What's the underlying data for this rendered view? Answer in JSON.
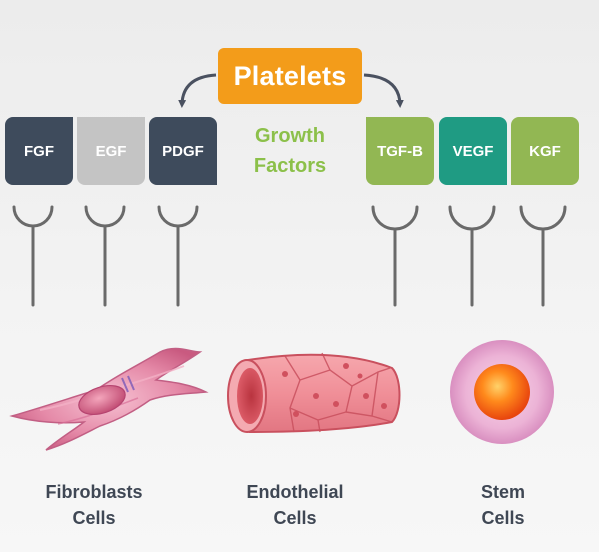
{
  "source": {
    "label": "Platelets"
  },
  "center_label": {
    "line1": "Growth",
    "line2": "Factors"
  },
  "factors": [
    {
      "label": "FGF"
    },
    {
      "label": "EGF"
    },
    {
      "label": "PDGF"
    },
    {
      "label": "TGF-B"
    },
    {
      "label": "VEGF"
    },
    {
      "label": "KGF"
    }
  ],
  "targets": [
    {
      "line1": "Fibroblasts",
      "line2": "Cells"
    },
    {
      "line1": "Endothelial",
      "line2": "Cells"
    },
    {
      "line1": "Stem",
      "line2": "Cells"
    }
  ],
  "colors": {
    "platelets": "#f39c1a",
    "fgf": "#3e4b5c",
    "egf": "#c4c4c4",
    "pdgf": "#3e4b5c",
    "tgf_b": "#92b753",
    "vegf": "#1f9b83",
    "kgf": "#92b753",
    "growth_factors_text": "#8cc04a",
    "receptor": "#6a6a6a",
    "label_text": "#3f4754"
  }
}
